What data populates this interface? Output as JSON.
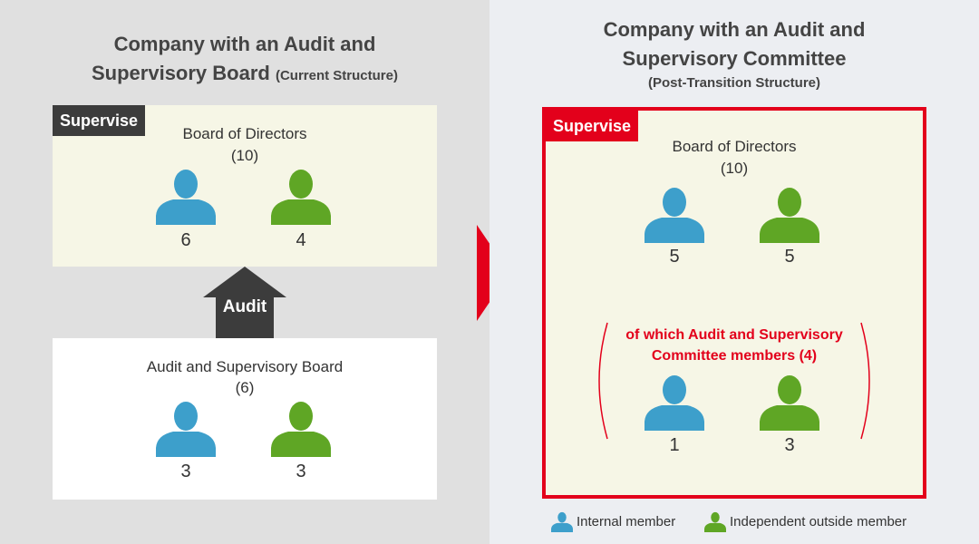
{
  "colors": {
    "internal": "#3d9fcb",
    "outside": "#5fa625",
    "accent_red": "#e3001b",
    "dark_tag": "#3c3c3c",
    "board_fill": "#f6f6e6"
  },
  "left": {
    "title_line1": "Company with an Audit and",
    "title_line2": "Supervisory Board",
    "title_suffix": "(Current Structure)",
    "supervise_tag": "Supervise",
    "board": {
      "title": "Board of Directors",
      "count": "(10)",
      "internal": "6",
      "outside": "4"
    },
    "audit_label": "Audit",
    "audit_board": {
      "title": "Audit and Supervisory Board",
      "count": "(6)",
      "internal": "3",
      "outside": "3"
    }
  },
  "right": {
    "title_line1": "Company with an Audit and",
    "title_line2": "Supervisory Committee",
    "title_suffix": "(Post-Transition Structure)",
    "supervise_tag": "Supervise",
    "board": {
      "title": "Board of Directors",
      "count": "(10)",
      "internal": "5",
      "outside": "5"
    },
    "committee": {
      "line1": "of which Audit and Supervisory",
      "line2": "Committee members (4)",
      "internal": "1",
      "outside": "3"
    }
  },
  "legend": {
    "internal_label": "Internal member",
    "outside_label": "Independent outside member",
    "internal_icon": "person-icon",
    "outside_icon": "person-icon"
  }
}
